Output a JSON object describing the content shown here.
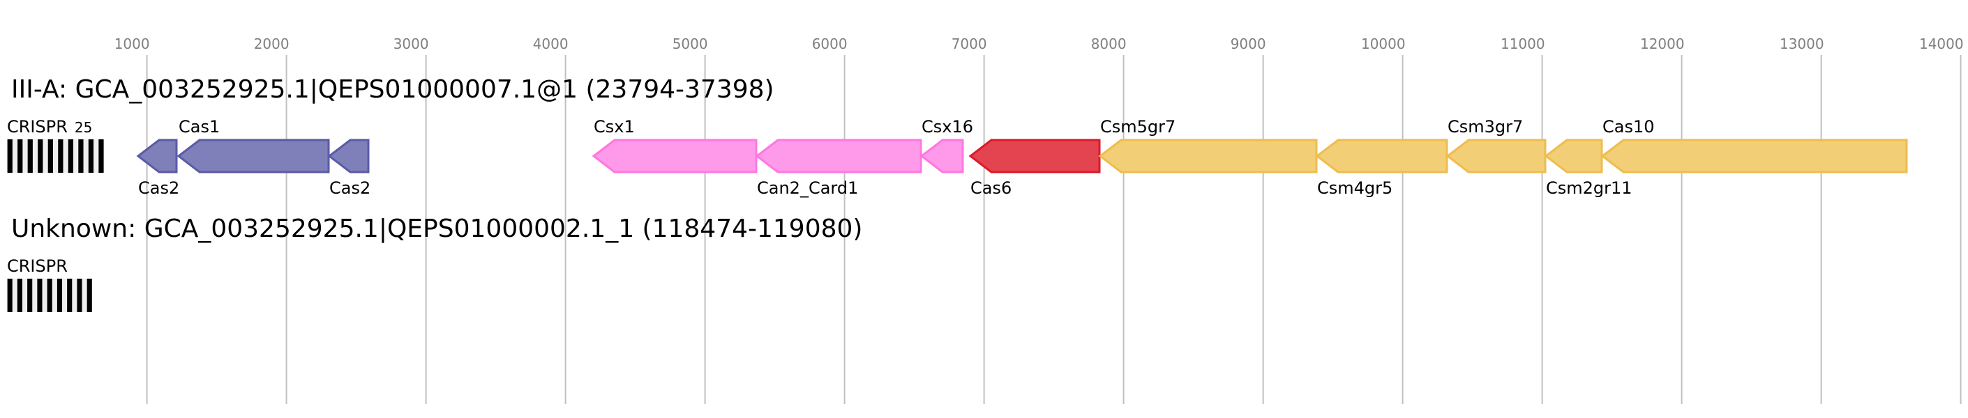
{
  "axis": {
    "ticks": [
      1000,
      2000,
      3000,
      4000,
      5000,
      6000,
      7000,
      8000,
      9000,
      10000,
      11000,
      12000,
      13000,
      14000
    ]
  },
  "colors": {
    "blue": {
      "fill": "#7f80b9",
      "stroke": "#5a5ba6"
    },
    "pink": {
      "fill": "#ff99ea",
      "stroke": "#ff77e0"
    },
    "red": {
      "fill": "#e4444f",
      "stroke": "#dc1a28"
    },
    "yellow": {
      "fill": "#f2ce77",
      "stroke": "#eebd4c"
    }
  },
  "loci": [
    {
      "title": "III-A: GCA_003252925.1|QEPS01000007.1@1 (23794-37398)",
      "crispr": {
        "label": "CRISPR",
        "count_label": "25",
        "start": 0,
        "end": 690,
        "repeats": 10
      },
      "genes": [
        {
          "name": "Cas2",
          "start": 937,
          "end": 1217,
          "color": "blue",
          "label_pos": "below"
        },
        {
          "name": "Cas1",
          "start": 1227,
          "end": 2307,
          "color": "blue",
          "label_pos": "above"
        },
        {
          "name": "Cas2",
          "start": 2307,
          "end": 2592,
          "color": "blue",
          "label_pos": "below"
        },
        {
          "name": "Csx1",
          "start": 4202,
          "end": 5372,
          "color": "pink",
          "label_pos": "above"
        },
        {
          "name": "Can2_Card1",
          "start": 5372,
          "end": 6552,
          "color": "pink",
          "label_pos": "below"
        },
        {
          "name": "Csx16",
          "start": 6552,
          "end": 6852,
          "color": "pink",
          "label_pos": "above"
        },
        {
          "name": "Cas6",
          "start": 6902,
          "end": 7832,
          "color": "red",
          "label_pos": "below"
        },
        {
          "name": "Csm5gr7",
          "start": 7832,
          "end": 9387,
          "color": "yellow",
          "label_pos": "above"
        },
        {
          "name": "Csm4gr5",
          "start": 9387,
          "end": 10322,
          "color": "yellow",
          "label_pos": "below"
        },
        {
          "name": "Csm3gr7",
          "start": 10322,
          "end": 11027,
          "color": "yellow",
          "label_pos": "above"
        },
        {
          "name": "Csm2gr11",
          "start": 11027,
          "end": 11432,
          "color": "yellow",
          "label_pos": "below"
        },
        {
          "name": "Cas10",
          "start": 11432,
          "end": 13617,
          "color": "yellow",
          "label_pos": "above"
        }
      ]
    },
    {
      "title": "Unknown: GCA_003252925.1|QEPS01000002.1_1 (118474-119080)",
      "crispr": {
        "label": "CRISPR",
        "start": 0,
        "end": 606,
        "repeats": 9
      },
      "genes": []
    }
  ]
}
